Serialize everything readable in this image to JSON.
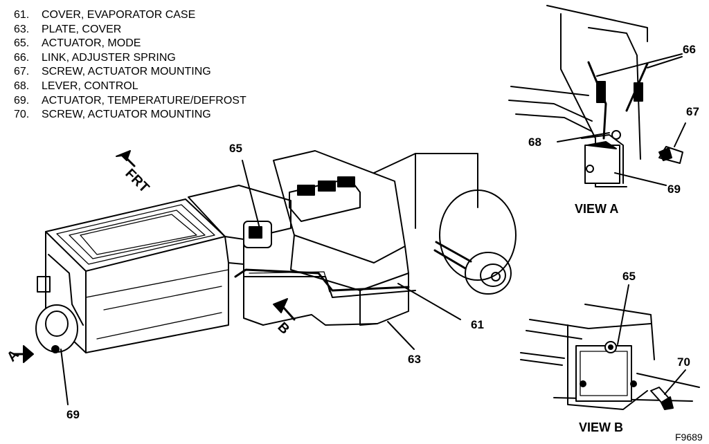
{
  "legend": [
    {
      "num": "61.",
      "text": "COVER, EVAPORATOR CASE"
    },
    {
      "num": "63.",
      "text": "PLATE, COVER"
    },
    {
      "num": "65.",
      "text": "ACTUATOR, MODE"
    },
    {
      "num": "66.",
      "text": "LINK, ADJUSTER SPRING"
    },
    {
      "num": "67.",
      "text": "SCREW, ACTUATOR MOUNTING"
    },
    {
      "num": "68.",
      "text": "LEVER, CONTROL"
    },
    {
      "num": "69.",
      "text": "ACTUATOR, TEMPERATURE/DEFROST"
    },
    {
      "num": "70.",
      "text": "SCREW, ACTUATOR MOUNTING"
    }
  ],
  "callouts": {
    "main_65": "65",
    "main_61": "61",
    "main_63": "63",
    "main_69": "69",
    "view_a_66": "66",
    "view_a_67": "67",
    "view_a_68": "68",
    "view_a_69": "69",
    "view_b_65": "65",
    "view_b_70": "70"
  },
  "arrows": {
    "frt": "FRT",
    "a": "A",
    "b": "B"
  },
  "views": {
    "a_title": "VIEW A",
    "b_title": "VIEW B"
  },
  "figure_code": "F9689"
}
